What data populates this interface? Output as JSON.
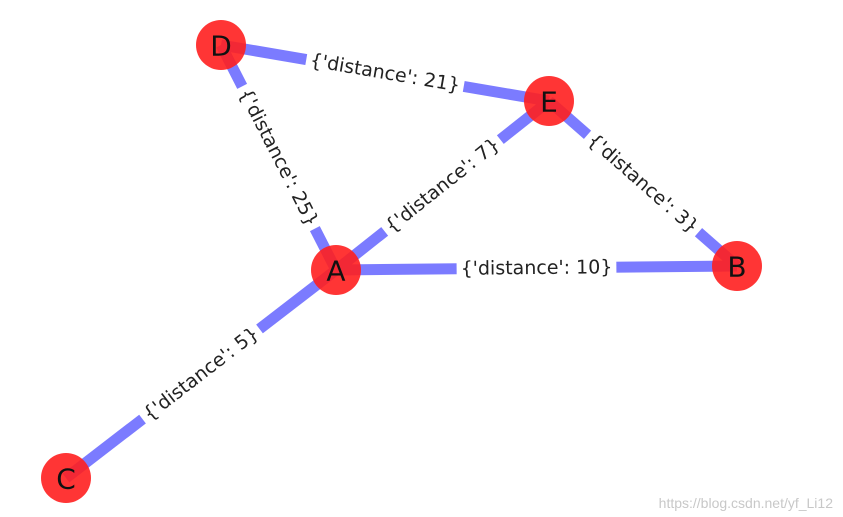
{
  "graph": {
    "nodes": [
      {
        "id": "A",
        "label": "A"
      },
      {
        "id": "B",
        "label": "B"
      },
      {
        "id": "C",
        "label": "C"
      },
      {
        "id": "D",
        "label": "D"
      },
      {
        "id": "E",
        "label": "E"
      }
    ],
    "edges": [
      {
        "source": "D",
        "target": "E",
        "label": "{'distance': 21}"
      },
      {
        "source": "D",
        "target": "A",
        "label": "{'distance': 25}"
      },
      {
        "source": "A",
        "target": "E",
        "label": "{'distance': 7}"
      },
      {
        "source": "E",
        "target": "B",
        "label": "{'distance': 3}"
      },
      {
        "source": "A",
        "target": "B",
        "label": "{'distance': 10}"
      },
      {
        "source": "A",
        "target": "C",
        "label": "{'distance': 5}"
      }
    ],
    "colors": {
      "node_fill": "#ff1f1f",
      "node_opacity": 0.9,
      "edge": "#7b7bff",
      "label_bg": "#ffffff"
    }
  },
  "watermark": "https://blog.csdn.net/yf_Li12"
}
